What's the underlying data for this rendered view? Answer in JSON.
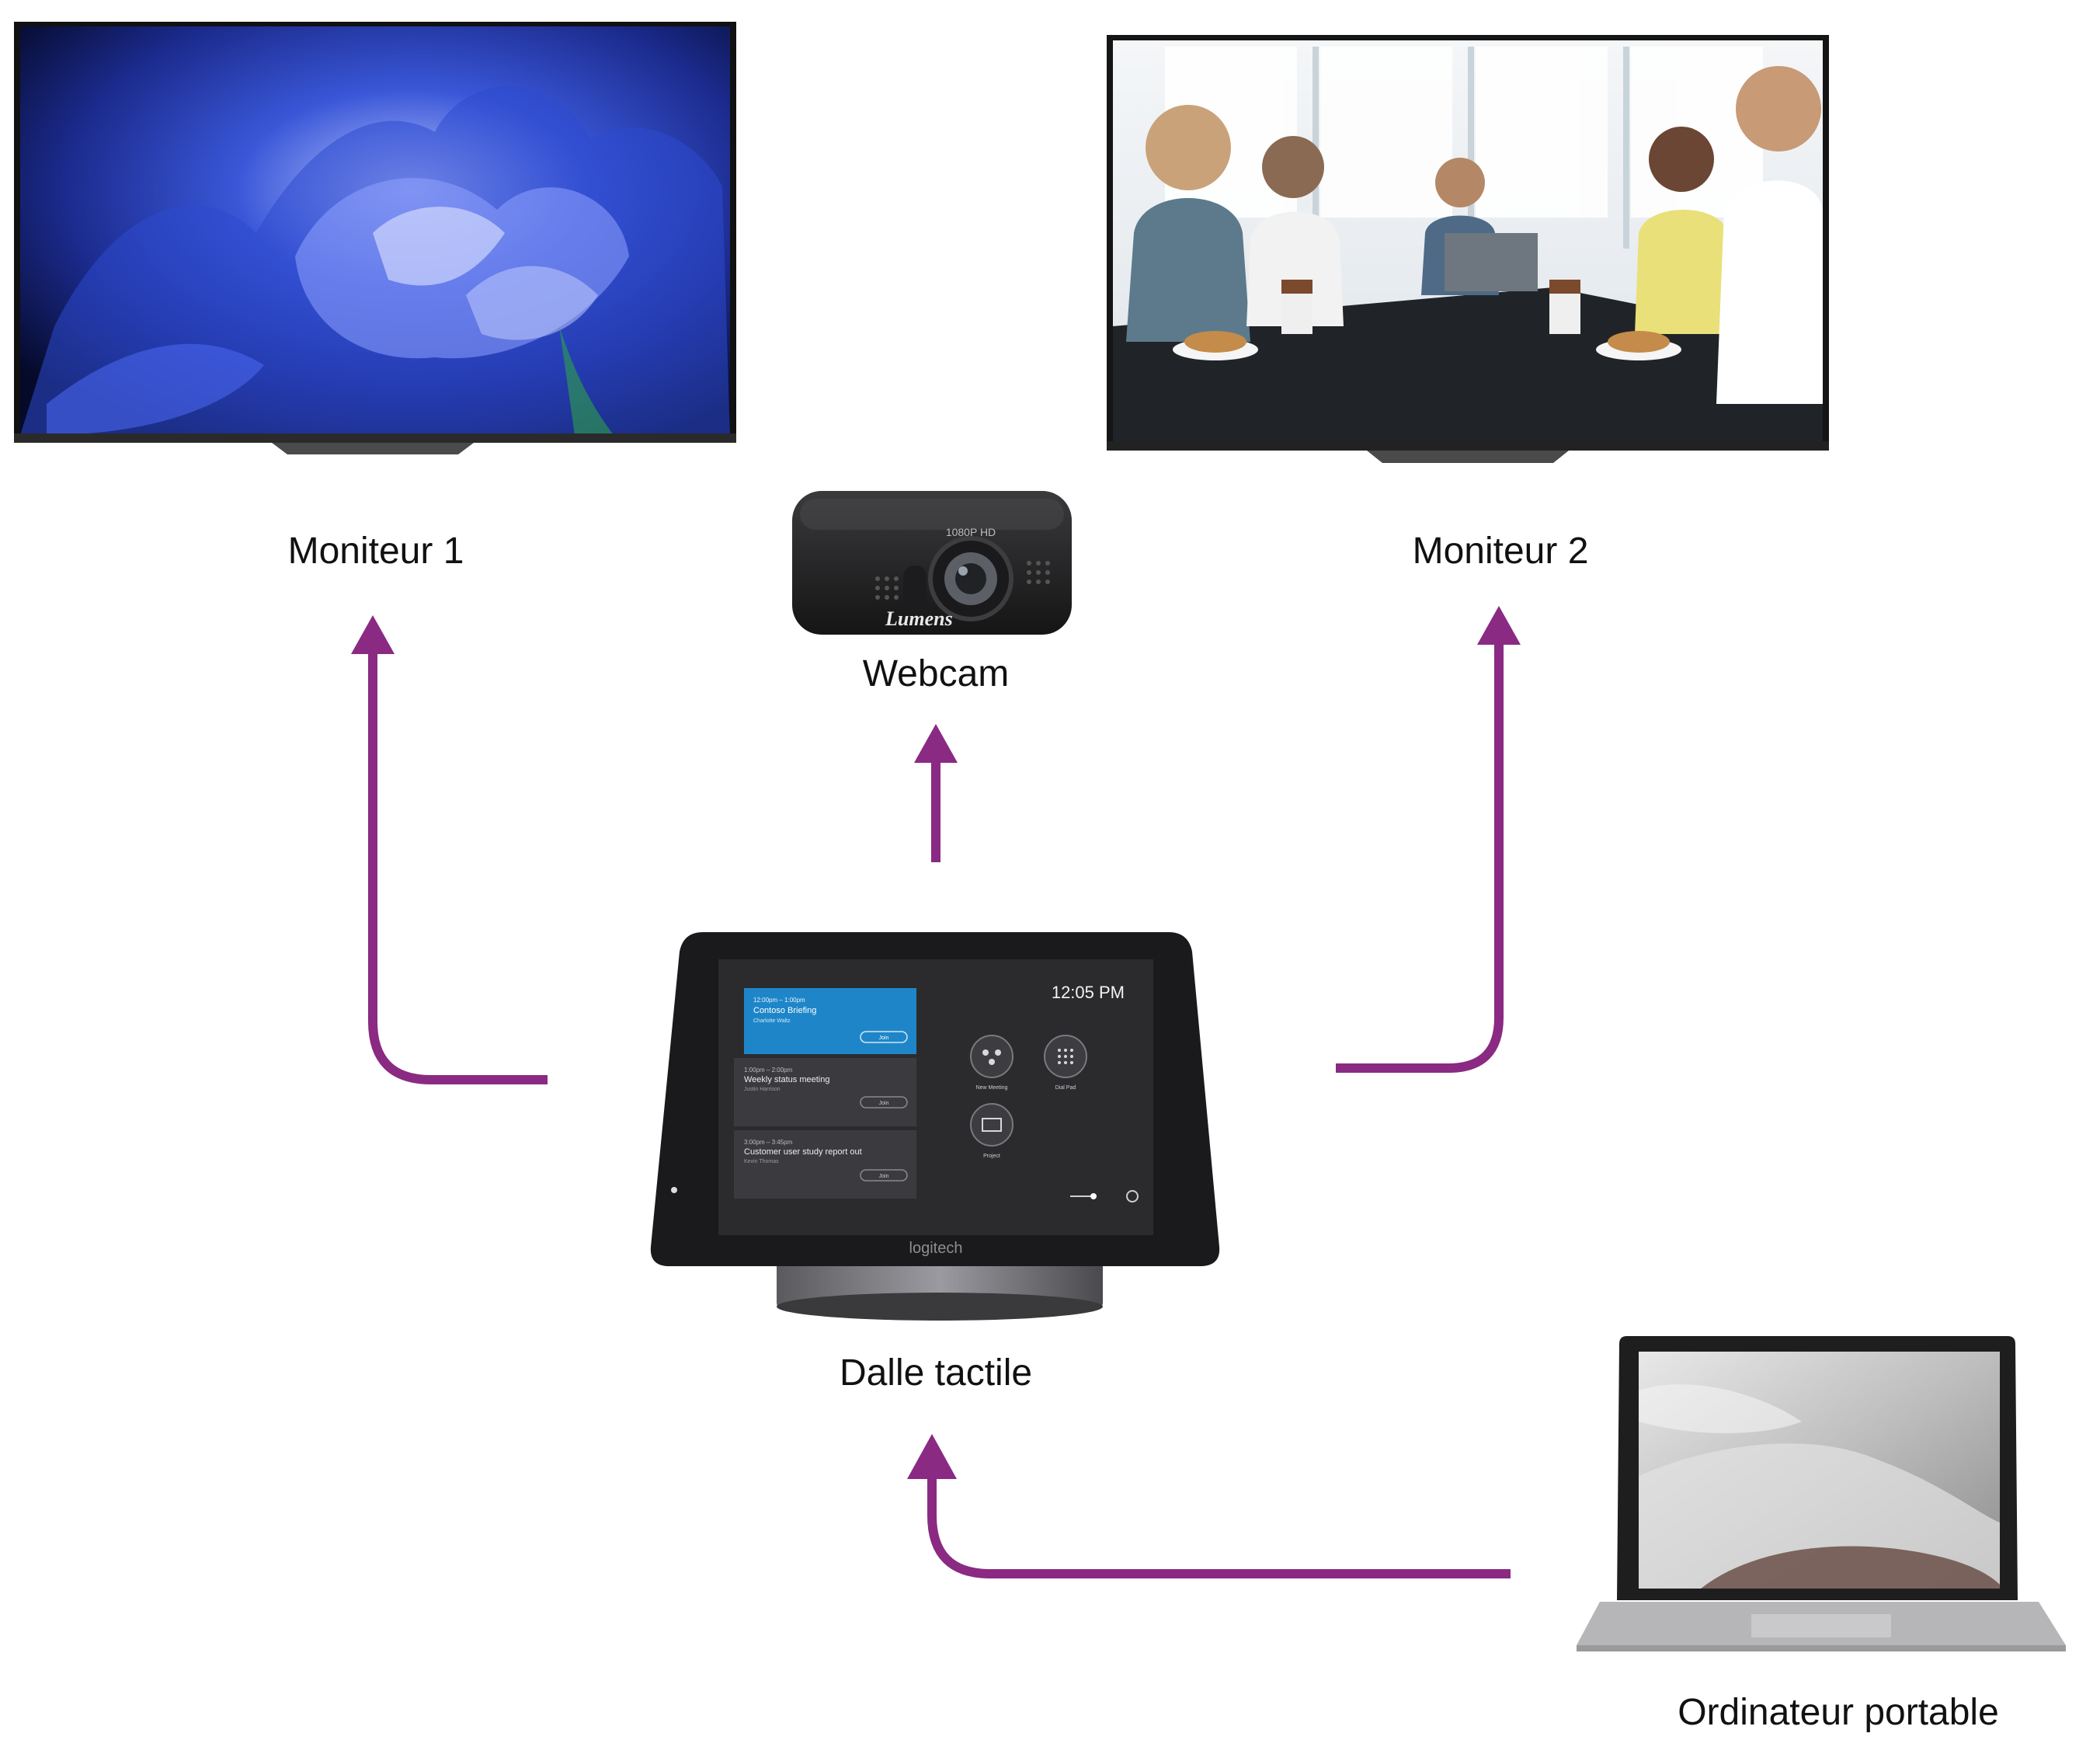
{
  "nodes": {
    "monitor1": {
      "label": "Moniteur 1"
    },
    "monitor2": {
      "label": "Moniteur 2"
    },
    "webcam": {
      "label": "Webcam",
      "brand": "Lumens",
      "lens_text": "1080P HD"
    },
    "touch_panel": {
      "label": "Dalle tactile",
      "brand": "logitech",
      "screen": {
        "time": "12:05 PM",
        "meetings": [
          {
            "time": "12:00pm – 1:00pm",
            "title": "Contoso Briefing",
            "organizer": "Charlotte Waltz",
            "action": "Join"
          },
          {
            "time": "1:00pm – 2:00pm",
            "title": "Weekly status meeting",
            "organizer": "Justin Harrison",
            "action": "Join"
          },
          {
            "time": "3:00pm – 3:45pm",
            "title": "Customer user study report out",
            "organizer": "Kevin Thomas",
            "action": "Join"
          }
        ],
        "actions": [
          "New Meeting",
          "Dial Pad",
          "Project"
        ]
      }
    },
    "laptop": {
      "label": "Ordinateur portable"
    }
  },
  "colors": {
    "connector": "#8a2a82",
    "panel_bezel": "#1a1a1c",
    "screen_bg": "#2b2b2e",
    "meeting_active": "#1e86c8",
    "meeting_card": "#3b3b3f"
  }
}
